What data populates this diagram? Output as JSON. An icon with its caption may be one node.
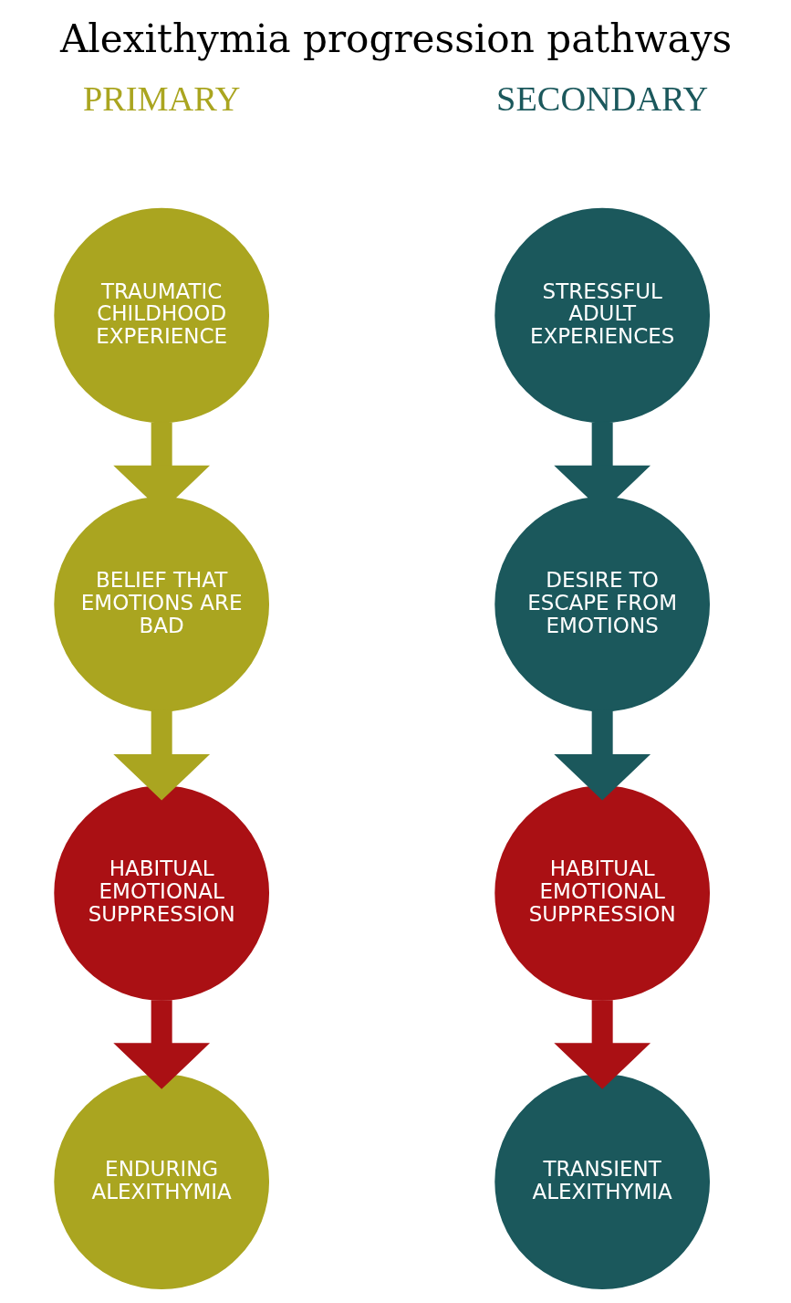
{
  "diagram": {
    "title": "Alexithymia progression pathways",
    "nodes": [
      {
        "text": [
          "TRAUMATIC CHILDHOOD EXPERIENCE"
        ]
      },
      {
        "text": [
          "BELIEF THAT EMOTIONS ARE BAD"
        ]
      },
      {
        "text": [
          "HABITUAL EMOTIONAL SUPPRESSION"
        ]
      },
      {
        "text": [
          "ENDURING ALEXITHYMIA"
        ]
      },
      {
        "text": [
          "STRESSFUL ADULT EXPERIENCES"
        ]
      },
      {
        "text": [
          "DESIRE TO ESCAPE FROM EMOTIONS"
        ]
      },
      {
        "text": [
          "HABITUAL EMOTIONAL SUPPRESSION"
        ]
      },
      {
        "text": [
          "TRANSIENT ALEXITHYMIA"
        ]
      }
    ],
    "edges": [
      {
        "from": 0,
        "to": 1,
        "arrow": "to",
        "color": "#aaa520"
      },
      {
        "from": 1,
        "to": 2,
        "arrow": "to",
        "color": "#aaa520"
      },
      {
        "from": 2,
        "to": 3,
        "arrow": "to",
        "color": "#aa1014"
      },
      {
        "from": 4,
        "to": 5,
        "arrow": "to",
        "color": "#1b585c"
      },
      {
        "from": 5,
        "to": 6,
        "arrow": "to",
        "color": "#1b585c"
      },
      {
        "from": 6,
        "to": 7,
        "arrow": "to",
        "color": "#aa1014"
      }
    ],
    "labels": [
      "PRIMARY",
      "SECONDARY"
    ]
  }
}
